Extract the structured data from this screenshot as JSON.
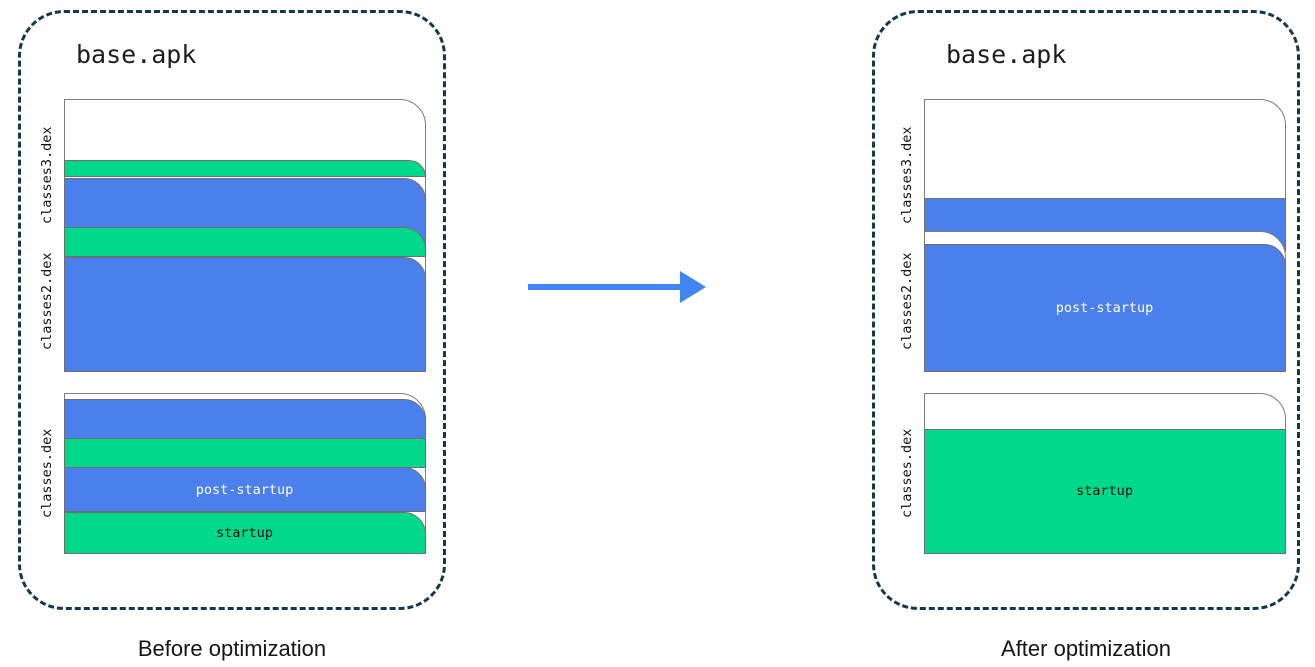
{
  "diagram": {
    "title_left": "base.apk",
    "title_right": "base.apk",
    "caption_before": "Before optimization",
    "caption_after": "After optimization",
    "arrow_label": "",
    "colors": {
      "startup": "#00d98c",
      "post_startup": "#4b7fec",
      "container_border": "#16374a",
      "arrow": "#4285f4",
      "dex_border": "#7d7d7d"
    },
    "legend": {
      "startup": "startup",
      "post_startup": "post-startup"
    }
  },
  "before": {
    "apk_name": "base.apk",
    "caption": "Before optimization",
    "dex_files": [
      {
        "label": "classes3.dex",
        "segments": [
          {
            "type": "empty",
            "text": ""
          },
          {
            "type": "startup",
            "text": ""
          },
          {
            "type": "post-startup",
            "text": ""
          }
        ]
      },
      {
        "label": "classes2.dex",
        "segments": [
          {
            "type": "empty",
            "text": ""
          },
          {
            "type": "startup",
            "text": ""
          },
          {
            "type": "post-startup",
            "text": ""
          }
        ]
      },
      {
        "label": "classes.dex",
        "segments": [
          {
            "type": "empty",
            "text": ""
          },
          {
            "type": "post-startup",
            "text": ""
          },
          {
            "type": "startup",
            "text": ""
          },
          {
            "type": "post-startup",
            "text": "post-startup"
          },
          {
            "type": "startup",
            "text": "startup"
          }
        ]
      }
    ]
  },
  "after": {
    "apk_name": "base.apk",
    "caption": "After optimization",
    "dex_files": [
      {
        "label": "classes3.dex",
        "segments": [
          {
            "type": "empty",
            "text": ""
          },
          {
            "type": "post-startup",
            "text": ""
          }
        ]
      },
      {
        "label": "classes2.dex",
        "segments": [
          {
            "type": "empty",
            "text": ""
          },
          {
            "type": "post-startup",
            "text": "post-startup"
          }
        ]
      },
      {
        "label": "classes.dex",
        "segments": [
          {
            "type": "empty",
            "text": ""
          },
          {
            "type": "startup",
            "text": "startup"
          }
        ]
      }
    ]
  }
}
